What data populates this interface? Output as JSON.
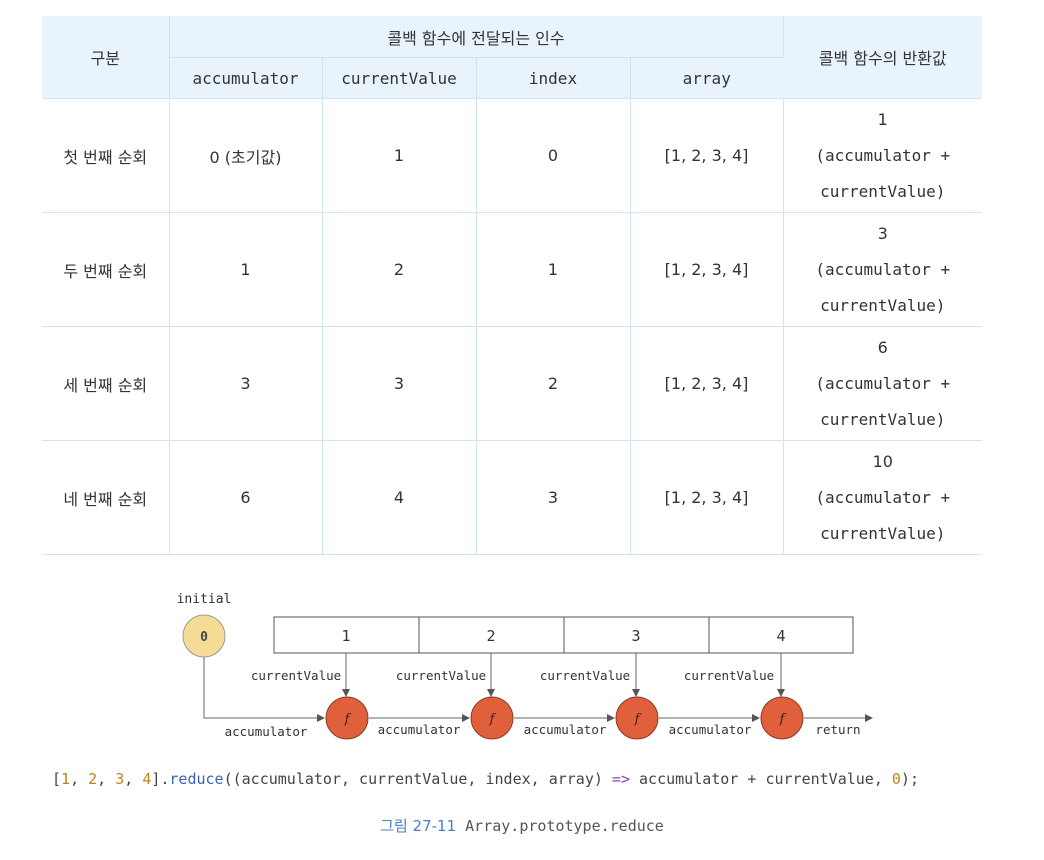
{
  "table": {
    "header": {
      "col0": "구분",
      "group": "콜백 함수에 전달되는 인수",
      "result": "콜백 함수의 반환값",
      "args": [
        "accumulator",
        "currentValue",
        "index",
        "array"
      ]
    },
    "rows": [
      {
        "label": "첫 번째 순회",
        "accumulator": "0 (초기값)",
        "currentValue": "1",
        "index": "0",
        "array": "[1, 2, 3, 4]",
        "result_value": "1",
        "result_line1": "(accumulator +",
        "result_line2": "currentValue)"
      },
      {
        "label": "두 번째 순회",
        "accumulator": "1",
        "currentValue": "2",
        "index": "1",
        "array": "[1, 2, 3, 4]",
        "result_value": "3",
        "result_line1": "(accumulator +",
        "result_line2": "currentValue)"
      },
      {
        "label": "세 번째 순회",
        "accumulator": "3",
        "currentValue": "3",
        "index": "2",
        "array": "[1, 2, 3, 4]",
        "result_value": "6",
        "result_line1": "(accumulator +",
        "result_line2": "currentValue)"
      },
      {
        "label": "네 번째 순회",
        "accumulator": "6",
        "currentValue": "4",
        "index": "3",
        "array": "[1, 2, 3, 4]",
        "result_value": "10",
        "result_line1": "(accumulator +",
        "result_line2": "currentValue)"
      }
    ]
  },
  "diagram": {
    "initial_label": "initial",
    "initial_value": "0",
    "array_cells": [
      "1",
      "2",
      "3",
      "4"
    ],
    "current_label": "currentValue",
    "accumulator_label": "accumulator",
    "function_symbol": "f",
    "return_label": "return",
    "colors": {
      "initial_fill": "#f5dc96",
      "func_fill": "#e0603c",
      "line": "#777777"
    }
  },
  "code": {
    "open": "[",
    "n1": "1",
    "sep1": ", ",
    "n2": "2",
    "sep2": ", ",
    "n3": "3",
    "sep3": ", ",
    "n4": "4",
    "close": "].",
    "method": "reduce",
    "params": "((accumulator, currentValue, index, array) ",
    "arrow": "=>",
    "body": " accumulator + currentValue, ",
    "init": "0",
    "end": ");"
  },
  "caption": {
    "label": "그림 27-11",
    "text": " Array.prototype.reduce"
  }
}
